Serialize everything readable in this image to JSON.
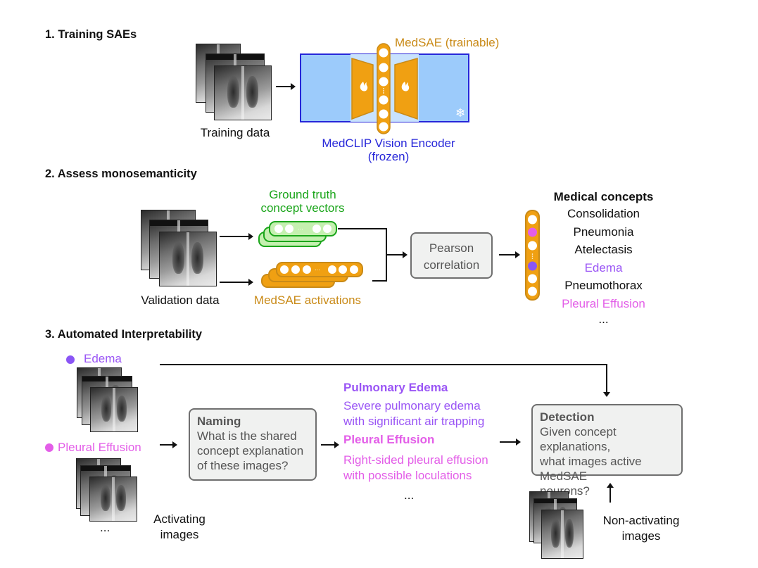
{
  "sections": {
    "s1": {
      "title": "1. Training SAEs"
    },
    "s2": {
      "title": "2. Assess monosemanticity"
    },
    "s3": {
      "title": "3. Automated Interpretability"
    }
  },
  "training": {
    "data_label": "Training data",
    "sae_label": "MedSAE (trainable)",
    "encoder_label_line1": "MedCLIP Vision Encoder",
    "encoder_label_line2": "(frozen)",
    "trainable_icon": "flame-icon",
    "frozen_icon": "snowflake-icon",
    "snowflake_glyph": "❄"
  },
  "monosemanticity": {
    "data_label": "Validation data",
    "gt_label_line1": "Ground truth",
    "gt_label_line2": "concept vectors",
    "act_label": "MedSAE activations",
    "pearson_line1": "Pearson",
    "pearson_line2": "correlation",
    "concepts_title": "Medical concepts",
    "concepts": [
      {
        "label": "Consolidation",
        "color": "#111111"
      },
      {
        "label": "Pneumonia",
        "color": "#111111"
      },
      {
        "label": "Atelectasis",
        "color": "#111111"
      },
      {
        "label": "Edema",
        "color": "#9a55f5"
      },
      {
        "label": "Pneumothorax",
        "color": "#111111"
      },
      {
        "label": "Pleural Effusion",
        "color": "#e35ee8"
      }
    ],
    "concepts_more": "..."
  },
  "interpretability": {
    "concept_a": "Edema",
    "concept_b": "Pleural Effusion",
    "images_more": "...",
    "activating_line1": "Activating",
    "activating_line2": "images",
    "naming_title": "Naming",
    "naming_line1": "What is the shared",
    "naming_line2": "concept explanation",
    "naming_line3": "of these images?",
    "expl_a_title": "Pulmonary Edema",
    "expl_a_line1": "Severe pulmonary edema",
    "expl_a_line2": "with significant air trapping",
    "expl_b_title": "Pleural Effusion",
    "expl_b_line1": "Right-sided pleural effusion",
    "expl_b_line2": "with possible loculations",
    "expl_more": "...",
    "detection_title": "Detection",
    "detection_line1": "Given concept explanations,",
    "detection_line2": "what images active MedSAE",
    "detection_line3": "neurons?",
    "nonact_line1": "Non-activating",
    "nonact_line2": "images"
  },
  "colors": {
    "orange": "#f0a012",
    "orange_border": "#c98a17",
    "blue_encoder": "#9ccbfb",
    "blue_border": "#2626d9",
    "green": "#1aa51a",
    "green_fill": "#c5f0b0",
    "purple": "#9a55f5",
    "pink": "#e35ee8"
  }
}
